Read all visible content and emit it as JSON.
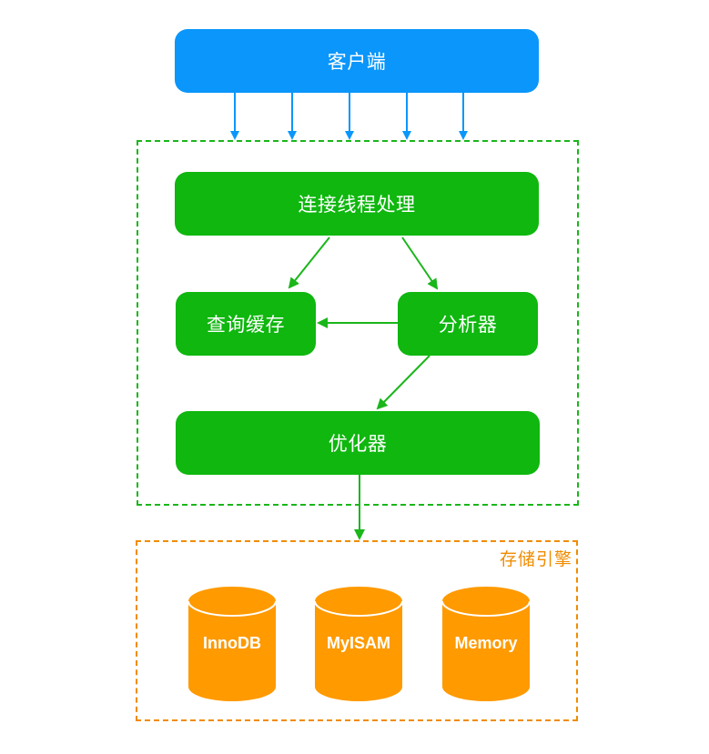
{
  "client": {
    "label": "客户端"
  },
  "server": {
    "connection_label": "连接线程处理",
    "cache_label": "查询缓存",
    "analyzer_label": "分析器",
    "optimizer_label": "优化器"
  },
  "storage": {
    "title": "存储引擎",
    "engines": [
      {
        "label": "InnoDB"
      },
      {
        "label": "MyISAM"
      },
      {
        "label": "Memory"
      }
    ]
  },
  "colors": {
    "client": "#0a96fa",
    "server": "#0fb70f",
    "server_border": "#1ab61a",
    "storage": "#ff9a00",
    "storage_border": "#f08c00",
    "client_arrow": "#0a96fa",
    "server_arrow": "#1ab61a"
  }
}
